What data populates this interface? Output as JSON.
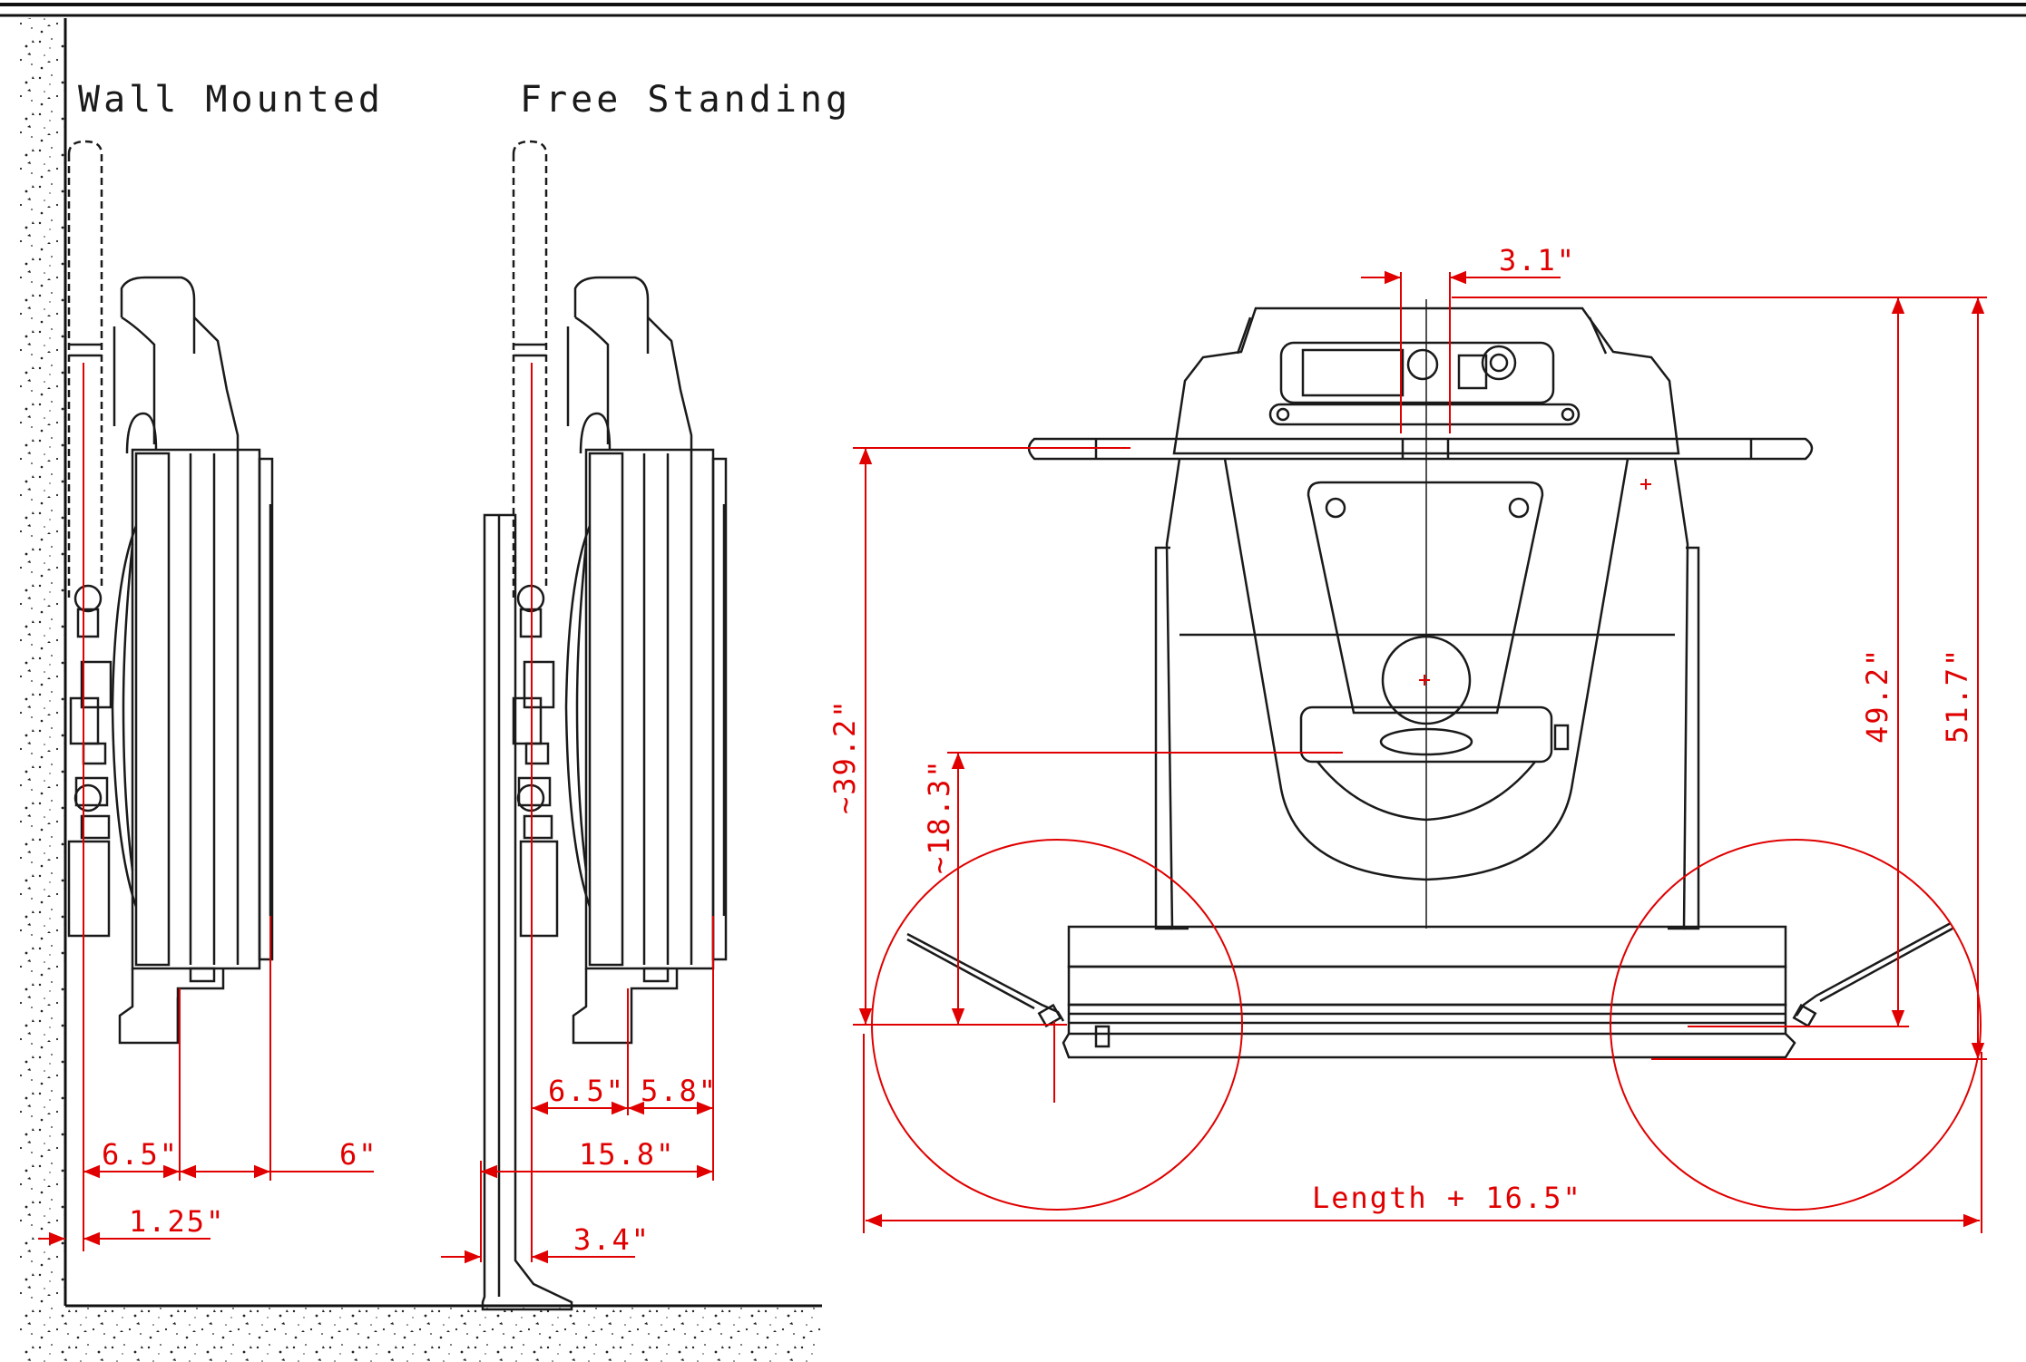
{
  "views": {
    "wall_mounted": {
      "title": "Wall Mounted"
    },
    "free_standing": {
      "title": "Free Standing"
    }
  },
  "dimensions": {
    "wall": {
      "d_6_5": "6.5\"",
      "d_6": "6\"",
      "d_1_25": "1.25\""
    },
    "free": {
      "d_6_5": "6.5\"",
      "d_5_8": "5.8\"",
      "d_15_8": "15.8\"",
      "d_3_4": "3.4\""
    },
    "front": {
      "d_3_1": "3.1\"",
      "d_39_2": "~39.2\"",
      "d_18_3": "~18.3\"",
      "d_49_2": "49.2\"",
      "d_51_7": "51.7\"",
      "length": "Length + 16.5\""
    }
  },
  "colors": {
    "outline": "#1a1a1a",
    "dimension": "#e00000",
    "background": "#ffffff"
  }
}
